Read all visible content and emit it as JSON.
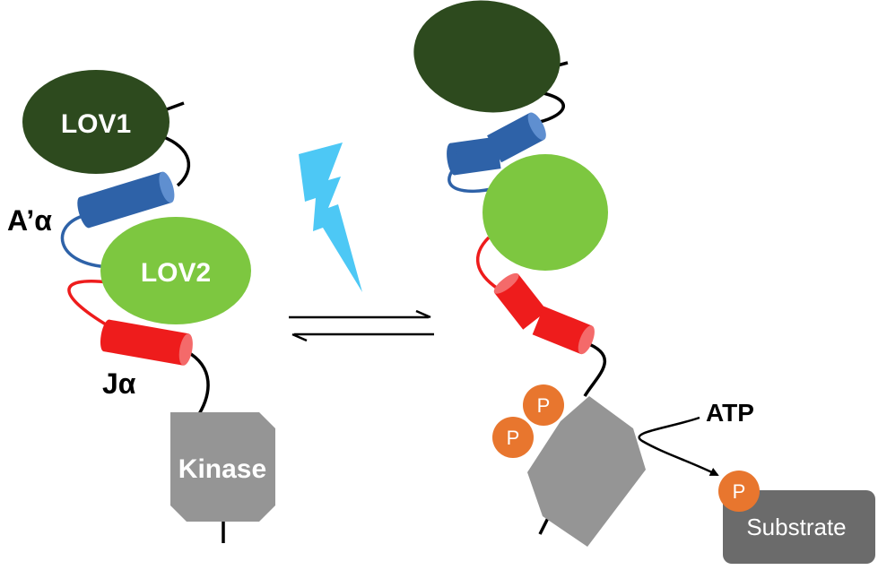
{
  "labels": {
    "lov1": "LOV1",
    "lov2": "LOV2",
    "a_alpha": "A’α",
    "j_alpha": "Jα",
    "kinase": "Kinase",
    "atp": "ATP",
    "phosphate": "P",
    "substrate": "Substrate"
  },
  "colors": {
    "lov1": "#2d4a1e",
    "lov2": "#7dc740",
    "helix_a": "#2e62a8",
    "helix_j": "#ee1c1c",
    "kinase": "#959595",
    "substrate": "#6b6b6b",
    "phosphate": "#e8762e",
    "light": "#4dc8f5"
  },
  "icons": {
    "light": "lightning-bolt-icon",
    "equilibrium": "equilibrium-arrows-icon"
  }
}
